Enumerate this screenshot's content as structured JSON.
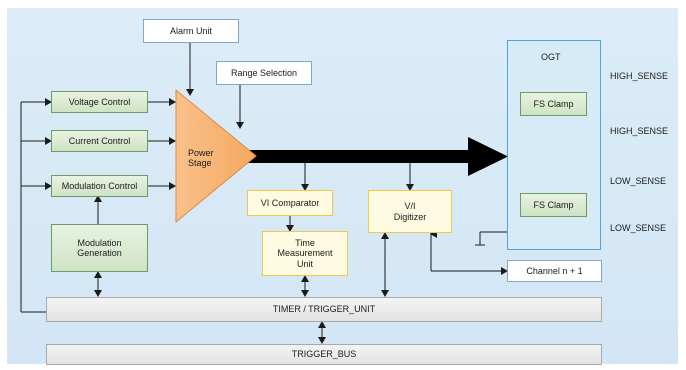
{
  "diagram": {
    "alarm_unit": "Alarm Unit",
    "range_selection": "Range Selection",
    "voltage_control": "Voltage Control",
    "current_control": "Current Control",
    "modulation_control": "Modulation Control",
    "modulation_generation": "Modulation Generation",
    "power_stage": "Power Stage",
    "vi_comparator": "VI Comparator",
    "time_measurement_unit": "Time Measurement Unit",
    "vi_digitizer": "V/I Digitizer",
    "channel_n1": "Channel n + 1",
    "timer_trigger_unit": "TIMER / TRIGGER_UNIT",
    "trigger_bus": "TRIGGER_BUS",
    "ogt": "OGT",
    "fs_clamp_top": "FS Clamp",
    "fs_clamp_bottom": "FS Clamp",
    "sense_labels": [
      "HIGH_SENSE",
      "HIGH_SENSE",
      "LOW_SENSE",
      "LOW_SENSE"
    ]
  },
  "colors": {
    "background": "#d3e6f5",
    "power_stage": "#f7b87a",
    "arrow": "#000000",
    "ogt_border": "#4fa6d3"
  }
}
